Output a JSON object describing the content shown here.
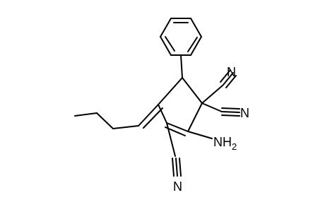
{
  "molecule": {
    "labels": {
      "n_top": "N",
      "n_mid": "N",
      "n_bottom": "N",
      "amino_prefix": "NH",
      "amino_subscript": "2"
    }
  }
}
